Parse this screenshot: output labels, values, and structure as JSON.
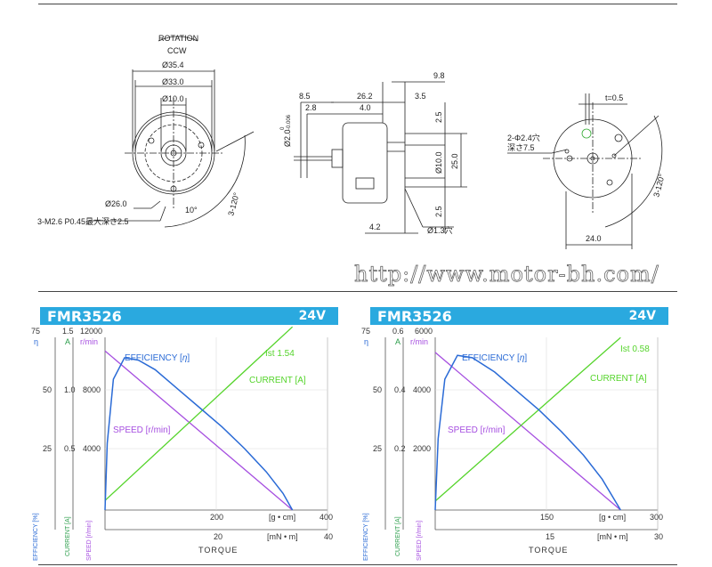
{
  "drawings": {
    "front": {
      "rotation_label": "ROTATION",
      "rotation_dir": "CCW",
      "dia_outer": "Ø35.4",
      "dia_body": "Ø33.0",
      "dia_boss": "Ø10.0",
      "dia_pcd": "Ø26.0",
      "holes": "3-M2.6 P0.45最大深さ2.5",
      "angle_small": "10°",
      "angle_holes": "3-120°"
    },
    "side": {
      "dim_shaft_len": "8.5",
      "dim_boss_len": "2.8",
      "dim_body_len": "26.2",
      "dim_can": "4.0",
      "dim_term_right": "9.8",
      "dim_term_len": "3.5",
      "dim_shaft_dia": "Ø2.0",
      "dim_shaft_tol_upper": "0",
      "dim_shaft_tol_lower": "-0.006",
      "dim_top": "2.5",
      "dim_center": "Ø10.0",
      "dim_height": "25.0",
      "dim_bottom": "2.5",
      "dim_flange": "4.2",
      "dim_hole": "Ø1.3穴"
    },
    "rear": {
      "dim_t": "t=0.5",
      "holes_label": "2-Φ2.4穴",
      "holes_depth": "深さ7.5",
      "angle": "3-120°",
      "dim_width": "24.0"
    }
  },
  "watermark": "http://www.motor-bh.com/",
  "charts": [
    {
      "model": "FMR3526",
      "voltage": "24V",
      "eff_axis_label": "η",
      "eff_ticks": [
        "75",
        "50",
        "25"
      ],
      "cur_axis_label": "A",
      "cur_ticks": [
        "1.5",
        "1.0",
        "0.5"
      ],
      "spd_axis_label": "r/min",
      "spd_ticks": [
        "12000",
        "8000",
        "4000"
      ],
      "eff_title": "EFFICIENCY [%]",
      "cur_title": "CURRENT [A]",
      "spd_title": "SPEED [r/min]",
      "curve_eff": "EFFICIENCY [",
      "curve_eff_sym": "η",
      "curve_eff_end": "]",
      "curve_cur": "CURRENT [A]",
      "curve_spd": "SPEED [r/min]",
      "ist": "Ist 1.54",
      "gcm_tick": "200",
      "gcm_end": "400",
      "gcm_unit": "[g • cm]",
      "mnm_tick": "20",
      "mnm_end": "40",
      "mnm_unit": "[mN • m]",
      "xlabel": "TORQUE"
    },
    {
      "model": "FMR3526",
      "voltage": "24V",
      "eff_axis_label": "η",
      "eff_ticks": [
        "75",
        "50",
        "25"
      ],
      "cur_axis_label": "A",
      "cur_ticks": [
        "0.6",
        "0.4",
        "0.2"
      ],
      "spd_axis_label": "r/min",
      "spd_ticks": [
        "6000",
        "4000",
        "2000"
      ],
      "eff_title": "EFFICIENCY [%]",
      "cur_title": "CURRENT [A]",
      "spd_title": "SPEED [r/min]",
      "curve_eff": "EFFICIENCY [",
      "curve_eff_sym": "η",
      "curve_eff_end": "]",
      "curve_cur": "CURRENT [A]",
      "curve_spd": "SPEED [r/min]",
      "ist": "Ist 0.58",
      "gcm_tick": "150",
      "gcm_end": "300",
      "gcm_unit": "[g • cm]",
      "mnm_tick": "15",
      "mnm_end": "30",
      "mnm_unit": "[mN • m]",
      "xlabel": "TORQUE"
    }
  ],
  "chart_data": [
    {
      "type": "line",
      "title": "FMR3526 24V",
      "xlabel": "TORQUE [g • cm]",
      "xlim": [
        0,
        400
      ],
      "series": [
        {
          "name": "SPEED [r/min]",
          "color": "#a64fe0",
          "x": [
            0,
            337
          ],
          "y": [
            10700,
            0
          ]
        },
        {
          "name": "CURRENT [A]",
          "color": "#55d42b",
          "x": [
            0,
            337
          ],
          "y": [
            0.08,
            1.54
          ]
        },
        {
          "name": "EFFICIENCY [η]",
          "color": "#2b6bd6",
          "x": [
            0,
            4,
            15,
            35,
            60,
            90,
            130,
            170,
            210,
            250,
            290,
            320,
            337
          ],
          "y": [
            0,
            28,
            55,
            64,
            63,
            59,
            51,
            43,
            35,
            26,
            16,
            7,
            0
          ]
        }
      ]
    },
    {
      "type": "line",
      "title": "FMR3526 24V",
      "xlabel": "TORQUE [g • cm]",
      "xlim": [
        0,
        300
      ],
      "series": [
        {
          "name": "SPEED [r/min]",
          "color": "#a64fe0",
          "x": [
            0,
            250
          ],
          "y": [
            5300,
            0
          ]
        },
        {
          "name": "CURRENT [A]",
          "color": "#55d42b",
          "x": [
            0,
            250
          ],
          "y": [
            0.03,
            0.58
          ]
        },
        {
          "name": "EFFICIENCY [η]",
          "color": "#2b6bd6",
          "x": [
            0,
            4,
            13,
            30,
            50,
            80,
            110,
            140,
            170,
            200,
            225,
            250
          ],
          "y": [
            0,
            30,
            55,
            65,
            64,
            58,
            50,
            42,
            33,
            23,
            13,
            0
          ]
        }
      ]
    }
  ]
}
